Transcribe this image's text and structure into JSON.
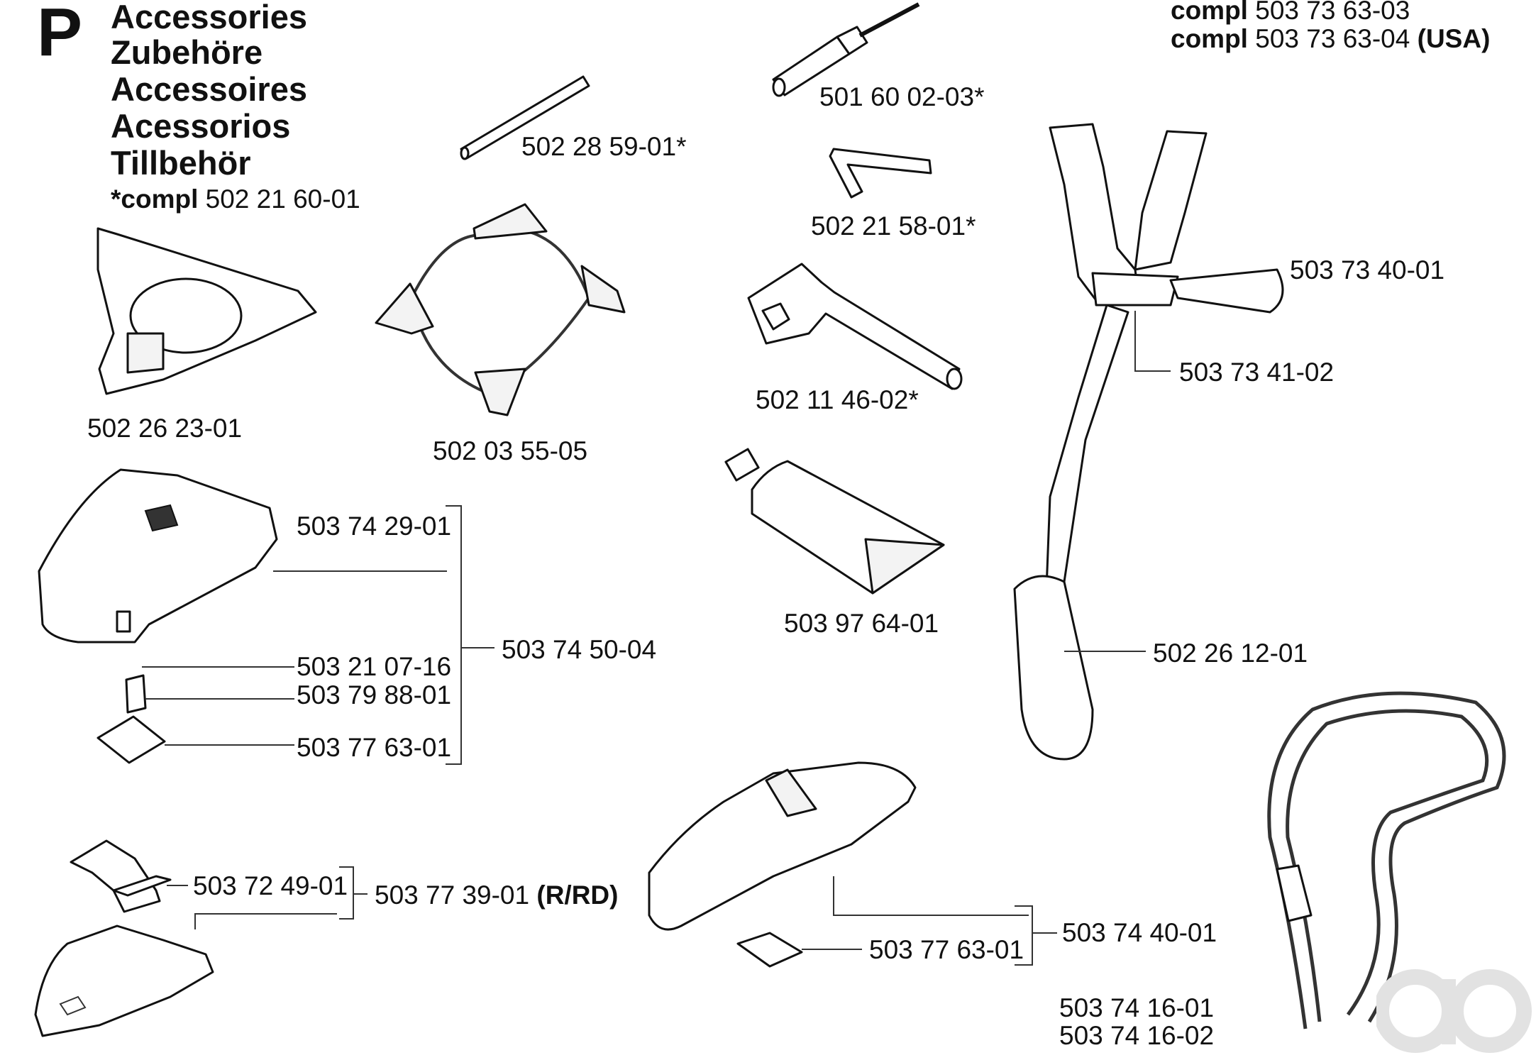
{
  "header": {
    "section_letter": "P",
    "titles": [
      "Accessories",
      "Zubehöre",
      "Accessoires",
      "Acessorios",
      "Tillbehör"
    ],
    "compl_prefix": "*compl",
    "compl_number": "502 21 60-01"
  },
  "top_right": {
    "compl_word": "compl",
    "line1": "503 73 63-03",
    "line2": "503 73 63-04",
    "usa": "(USA)"
  },
  "labels": {
    "rod": "502 28 59-01*",
    "screwdriver": "501 60 02-03*",
    "hex_key": "502 21 58-01*",
    "plate_tri": "502 26 23-01",
    "blade_guard": "502 03 55-05",
    "spanner": "502 11 46-02*",
    "harness_strap": "503 73 40-01",
    "harness_buckle": "503 73 41-02",
    "grease": "503 97 64-01",
    "hip_pad": "502 26 12-01",
    "guard_main": "503 74 29-01",
    "guard_kit": "503 74 50-04",
    "screw": "503 21 07-16",
    "clip": "503 79 88-01",
    "plate_sq1": "503 77 63-01",
    "bracket": "503 72 49-01",
    "guard_rrd_num": "503 77 39-01",
    "guard_rrd_suffix": "(R/RD)",
    "guard2_kit": "503 74 40-01",
    "plate_sq2": "503 77 63-01",
    "sling1": "503 74 16-01",
    "sling2": "503 74 16-02"
  },
  "watermark": {
    "logo_icon": "ao-logo-icon"
  }
}
